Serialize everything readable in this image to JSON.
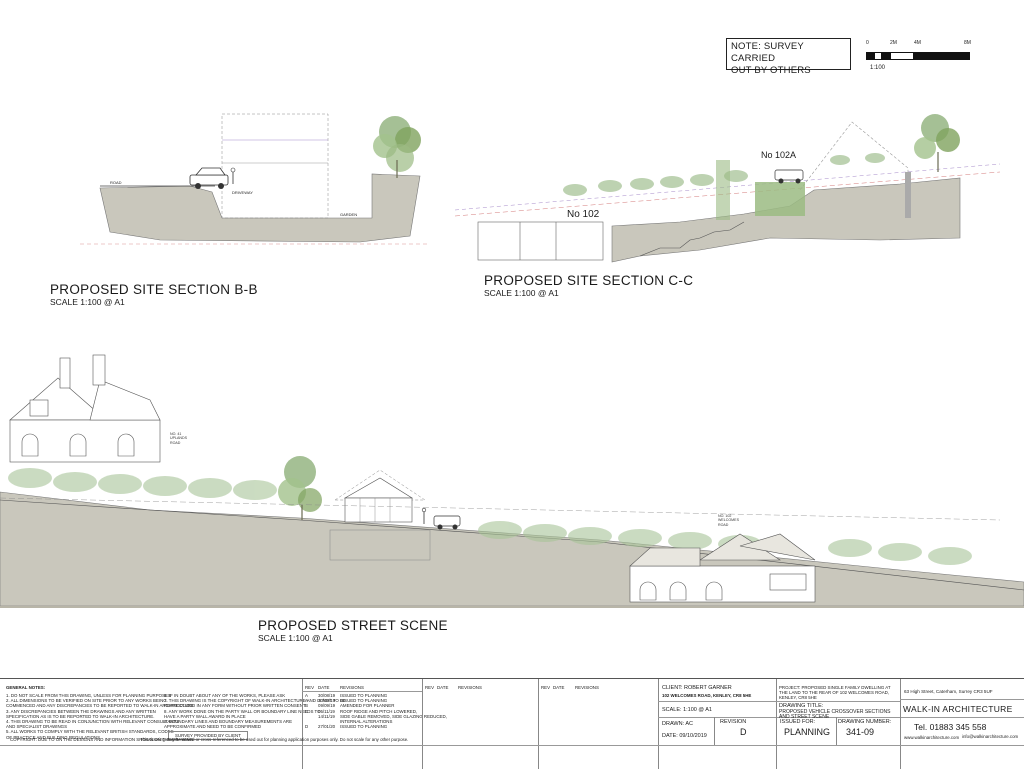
{
  "note": {
    "line1": "NOTE: SURVEY CARRIED",
    "line2": "OUT BY OTHERS"
  },
  "scale_bar": {
    "ticks": [
      "0",
      "2M",
      "4M",
      "8M"
    ],
    "caption": "1:100"
  },
  "section_bb": {
    "title": "PROPOSED SITE SECTION B-B",
    "scale": "SCALE 1:100 @ A1",
    "labels": {
      "road": "ROAD",
      "garden": "GARDEN",
      "driveway": "DRIVEWAY"
    }
  },
  "section_cc": {
    "title": "PROPOSED SITE SECTION C-C",
    "scale": "SCALE 1:100 @ A1",
    "labels": {
      "no102": "No 102",
      "no102a": "No 102A"
    }
  },
  "street_scene": {
    "title": "PROPOSED STREET SCENE",
    "scale": "SCALE 1:100 @ A1",
    "labels": {
      "no41": [
        "NO. 41",
        "UPLANDS",
        "ROAD"
      ],
      "no102": [
        "NO. 102",
        "WELCOMES",
        "ROAD"
      ]
    }
  },
  "title_block": {
    "general_notes_heading": "GENERAL NOTES:",
    "notes_left": [
      "1.  DO NOT SCALE FROM THIS DRAWING, UNLESS FOR PLANNING PURPOSES",
      "2.  ALL DIMENSIONS TO BE VERIFIED ON SITE PRIOR TO ANY WORKS BEING",
      "    COMMENCED AND ANY DISCREPANCIES TO BE REPORTED TO WALK-IN ARCHITECTURE",
      "3.  ANY DISCREPANCIES BETWEEN THE DRAWINGS AND ANY WRITTEN",
      "    SPECIFICATION AS IS TO BE REPORTED TO WALK-IN ARCHITECTURE.",
      "4.  THIS DRAWING TO BE READ IN CONJUNCTION WITH RELEVANT CONSULTANTS",
      "    AND SPECIALIST DRAWINGS",
      "5.  ALL WORKS TO COMPLY WITH THE RELEVANT BRITISH STANDARDS, CODES",
      "    OF PRACTICE AND BUILDING REGULATIONS"
    ],
    "notes_right": [
      "6.  IF IN DOUBT ABOUT ANY OF THE WORKS, PLEASE ASK",
      "7.  THIS DRAWING IS THE COPYRIGHT OF WALK-IN ARCHITECTURE AND IS NOT TO BE",
      "    REPRODUCED IN ANY FORM WITHOUT PRIOR WRITTEN CONSENT",
      "8.  ANY WORK DONE ON THE PARTY WALL OR BOUNDARY LINE NEEDS TO",
      "    HAVE A PARTY WALL AWARD IN PLACE",
      "9.  BOUNDARY LINES AND BOUNDARY MEASUREMENTS ARE",
      "    APPROXIMATE AND NEED TO BE CONFIRMED"
    ],
    "survey_note": "SURVEY PROVIDED BY CLIENT",
    "rev_headers": [
      "REV",
      "DATE",
      "REVISIONS"
    ],
    "revisions": [
      {
        "rev": "A",
        "date": "30/08/19",
        "text": "ISSUED TO PLANNING"
      },
      {
        "rev": "A",
        "date": "30/08/19",
        "text": "ISSUED TO PLANNING"
      },
      {
        "rev": "B",
        "date": "09/09/19",
        "text": "AMENDED FOR PLANNER"
      },
      {
        "rev": "C",
        "date": "05/11/19",
        "text": "ROOF RIDGE AND PITCH LOWERED,"
      },
      {
        "rev": "",
        "date": "14/11/19",
        "text": "SIDE GABLE REMOVED, SIDE GLAZING REDUCED,"
      },
      {
        "rev": "",
        "date": "",
        "text": "INTERNAL ALTERATIONS"
      },
      {
        "rev": "D",
        "date": "27/01/20",
        "text": "ISSUED TO PLANNING"
      }
    ],
    "client": "CLIENT: ROBERT GARNER",
    "client_address": "102 WELCOMES ROAD, KENLEY, CR8 5HE",
    "project": "PROJECT: PROPOSED SINGLE FAMILY DWELLING AT THE LAND TO THE REAR OF 102 WELCOMES ROAD, KENLEY, CR8 5HE",
    "drawing_title_label": "DRAWING TITLE:",
    "drawing_title": "PROPOSED VEHICLE CROSSOVER SECTIONS AND STREET SCENE",
    "scale_label": "SCALE: 1:100 @ A1",
    "drawn_label": "DRAWN: AC",
    "date_label": "DATE: 09/10/2019",
    "revision_label": "REVISION",
    "revision_value": "D",
    "issued_for_label": "ISSUED FOR:",
    "issued_for_value": "PLANNING",
    "drawing_number_label": "DRAWING NUMBER:",
    "drawing_number_value": "341-09",
    "firm_address": "63 High Street, Caterham, Surrey CR3 5UF",
    "firm_name": "WALK-IN ARCHITECTURE",
    "firm_tel": "Tel. 01883 345 558",
    "firm_web": "www.walkinarchitecture.com",
    "firm_email": "info@walkinarchitecture.com",
    "copyright": "COPYRIGHT: DUE TO ON THE DESIGNS AND INFORMATION SHOWN ON THE DRAWING",
    "disclaimer": "This drawing may be scaled or cross-referenced to be used out for planning application purposes only. Do not scale for any other purpose."
  },
  "colors": {
    "ground": "#c9c7bc",
    "ground_dark": "#b8b5a8",
    "foliage": "#8fb07a",
    "tree": "#7fa35e",
    "line": "#444444",
    "red_dash": "#d47a7a",
    "purple_dash": "#a58ac9"
  }
}
